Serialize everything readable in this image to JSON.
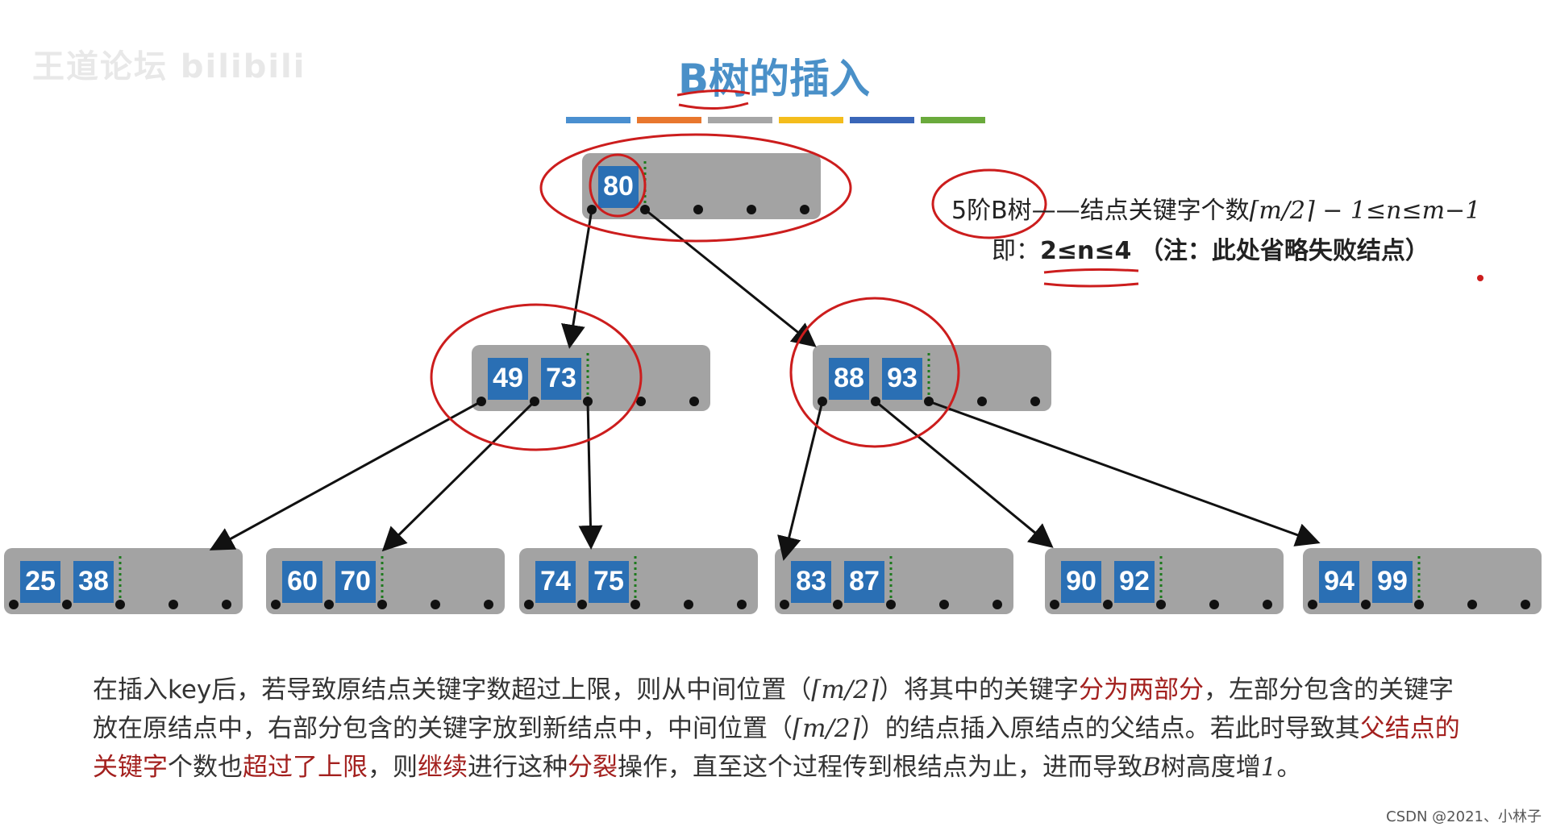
{
  "watermark": "王道论坛 bilibili",
  "title": "B树的插入",
  "color_bar": [
    "#4a8fd0",
    "#e8772e",
    "#a6a6a6",
    "#f4bd1c",
    "#3a66b8",
    "#6aaa3c"
  ],
  "note": {
    "order_label": "5阶B树",
    "constraint_text": "结点关键字个数",
    "constraint_formula": "⌈m/2⌉ − 1≤n≤m−1",
    "line2_prefix": "即：",
    "line2_range": "2≤n≤4",
    "line2_note": "（注：此处省略失败结点）"
  },
  "tree": {
    "root": [
      "80"
    ],
    "level1": [
      [
        "49",
        "73"
      ],
      [
        "88",
        "93"
      ]
    ],
    "leaves": [
      [
        "25",
        "38"
      ],
      [
        "60",
        "70"
      ],
      [
        "74",
        "75"
      ],
      [
        "83",
        "87"
      ],
      [
        "90",
        "92"
      ],
      [
        "94",
        "99"
      ]
    ]
  },
  "description": [
    {
      "t": "在插入key后，若导致原结点关键字数超过上限，则从中间位置（"
    },
    {
      "t": "⌈m/2⌉",
      "i": true
    },
    {
      "t": "）将其中的关键字"
    },
    {
      "t": "分为两部分",
      "r": true
    },
    {
      "t": "，左部分包含的关键字放在原结点中，右部分包含的关键字放到新结点中，中间位置（"
    },
    {
      "t": "⌈m/2⌉",
      "i": true
    },
    {
      "t": "）的结点插入原结点的父结点。若此时导致其"
    },
    {
      "t": "父结点的关键字",
      "r": true
    },
    {
      "t": "个数也"
    },
    {
      "t": "超过了上限",
      "r": true
    },
    {
      "t": "，则"
    },
    {
      "t": "继续",
      "r": true
    },
    {
      "t": "进行这种"
    },
    {
      "t": "分裂",
      "r": true
    },
    {
      "t": "操作，直至这个过程传到根结点为止，进而导致"
    },
    {
      "t": "B",
      "i": true
    },
    {
      "t": "树高度增"
    },
    {
      "t": "1",
      "i": true
    },
    {
      "t": "。"
    }
  ],
  "footer": "CSDN @2021、小林子"
}
